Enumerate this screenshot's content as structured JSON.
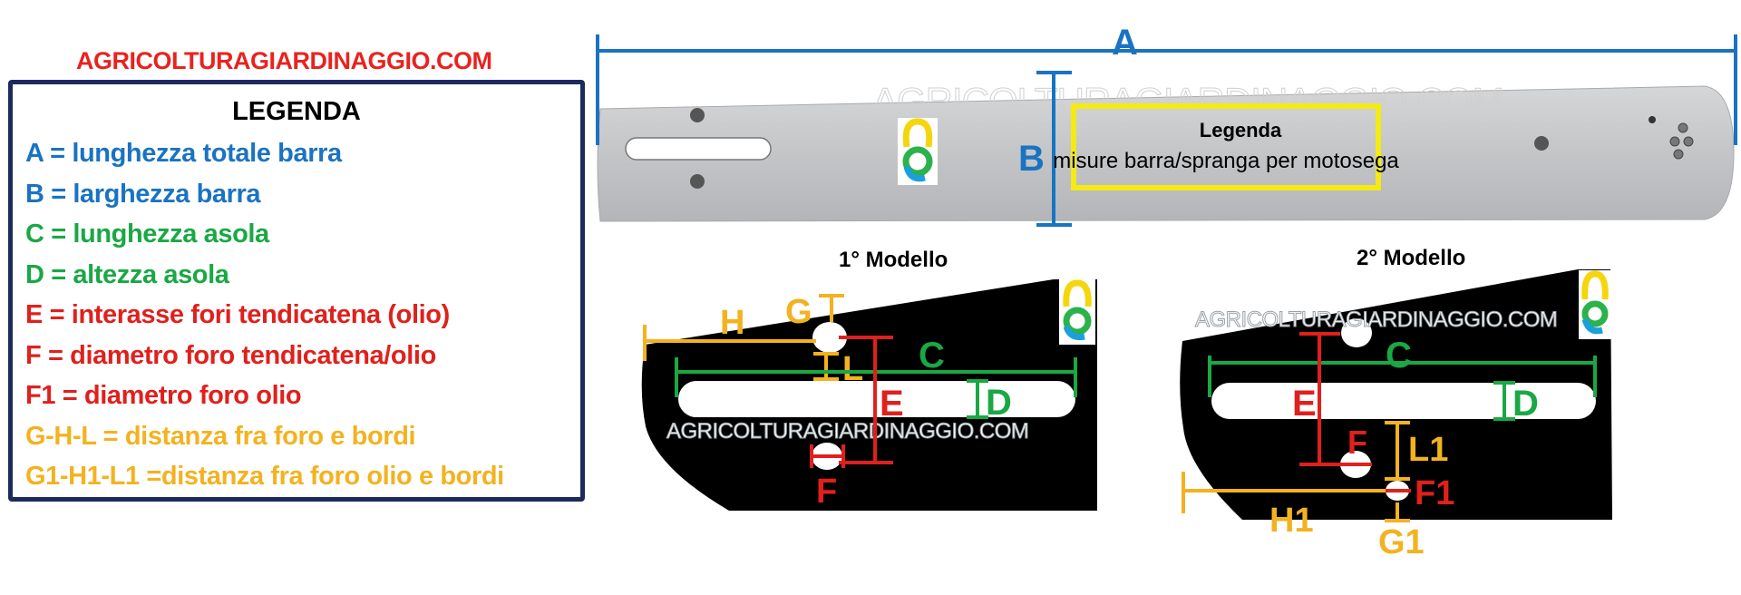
{
  "site_header": "AGRICOLTURAGIARDINAGGIO.COM",
  "legend": {
    "title": "LEGENDA",
    "items": [
      {
        "text": "A = lunghezza totale barra",
        "color": "#1a73c2"
      },
      {
        "text": "B = larghezza barra",
        "color": "#1a73c2"
      },
      {
        "text": "C = lunghezza asola",
        "color": "#1aa844"
      },
      {
        "text": "D = altezza asola",
        "color": "#1aa844"
      },
      {
        "text": "E = interasse fori tendicatena (olio)",
        "color": "#e0201c"
      },
      {
        "text": "F = diametro foro tendicatena/olio",
        "color": "#e0201c"
      },
      {
        "text": "F1 = diametro foro olio",
        "color": "#e0201c"
      },
      {
        "text": "G-H-L = distanza fra foro e bordi",
        "color": "#f3b220"
      },
      {
        "text": "G1-H1-L1 =distanza fra foro olio e bordi",
        "color": "#f3b220"
      }
    ]
  },
  "bar": {
    "label_a": "A",
    "label_b": "B",
    "watermark": "AGRICOLTURAGIARDINAGGIO.COM",
    "box_title": "Legenda",
    "box_text": "misure barra/spranga per motosega"
  },
  "model1": {
    "title": "1° Modello",
    "watermark": "AGRICOLTURAGIARDINAGGIO.COM",
    "labels": {
      "g": "G",
      "h": "H",
      "l": "L",
      "c": "C",
      "d": "D",
      "e": "E",
      "f": "F"
    }
  },
  "model2": {
    "title": "2° Modello",
    "watermark": "AGRICOLTURAGIARDINAGGIO.COM",
    "labels": {
      "c": "C",
      "d": "D",
      "e": "E",
      "f": "F",
      "l1": "L1",
      "f1": "F1",
      "h1": "H1",
      "g1": "G1"
    }
  },
  "colors": {
    "blue": "#1a73c2",
    "green": "#1aa844",
    "red": "#e0201c",
    "orange": "#f3b220",
    "yellow_box": "#f5ea14",
    "navy": "#1c2b5c"
  },
  "icons": [
    "logo-icon"
  ]
}
